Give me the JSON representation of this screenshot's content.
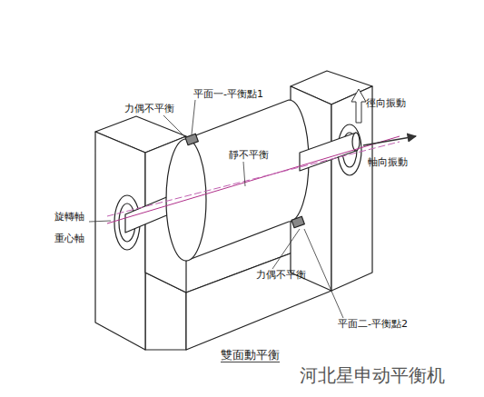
{
  "diagram": {
    "caption": "雙面動平衡",
    "labels": [
      "力偶不平衡",
      "平面一-平衡點1",
      "靜不平衡",
      "徑向振動",
      "軸向振動",
      "旋轉軸",
      "重心軸",
      "力偶不平衡",
      "平面二-平衡點2",
      "河北星申动平衡机"
    ]
  }
}
